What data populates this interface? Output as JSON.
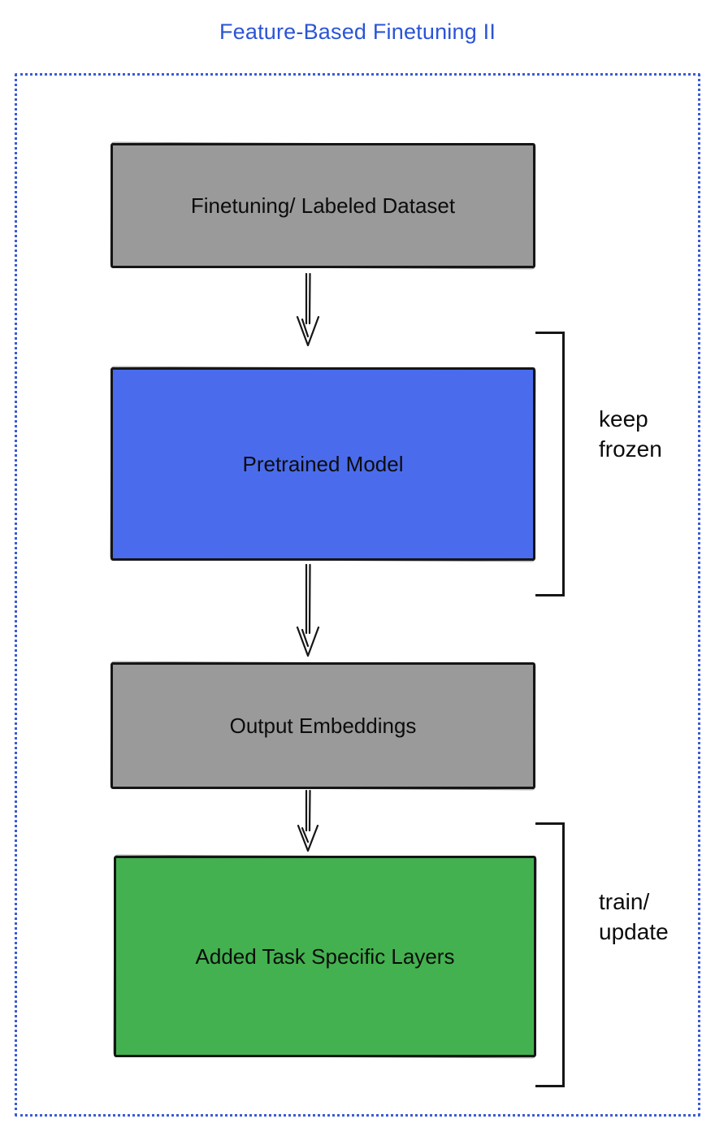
{
  "title": "Feature-Based Finetuning II",
  "nodes": [
    {
      "id": "finetuning-labeled-dataset",
      "label": "Finetuning/ Labeled Dataset",
      "type": "gray"
    },
    {
      "id": "pretrained-model",
      "label": "Pretrained Model",
      "type": "blue"
    },
    {
      "id": "output-embeddings",
      "label": "Output Embeddings",
      "type": "gray"
    },
    {
      "id": "added-task-specific-layers",
      "label": "Added Task Specific Layers",
      "type": "green"
    }
  ],
  "annotations": [
    {
      "id": "keep-frozen",
      "text": "keep\nfrozen",
      "attached_to": "pretrained-model"
    },
    {
      "id": "train-update",
      "text": "train/\nupdate",
      "attached_to": "added-task-specific-layers"
    }
  ],
  "colors": {
    "title_blue": "#2b54d6",
    "frame_blue": "#3b5bd6",
    "gray_box": "#9a9a9a",
    "blue_box": "#4a6cec",
    "green_box": "#43b14f",
    "stroke_dark": "#161616"
  }
}
